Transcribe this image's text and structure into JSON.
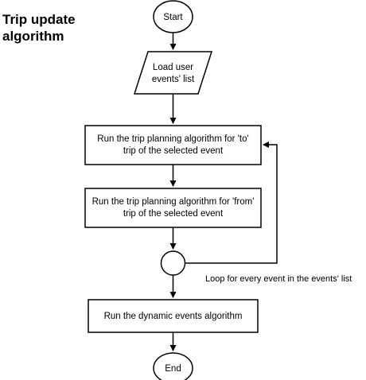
{
  "title": {
    "line1": "Trip update",
    "line2": "algorithm"
  },
  "nodes": {
    "start": {
      "label": "Start"
    },
    "load": {
      "line1": "Load user",
      "line2": "events' list"
    },
    "to_trip": {
      "line1": "Run the trip planning algorithm for 'to'",
      "line2": "trip of the selected event"
    },
    "from_trip": {
      "line1": "Run the trip planning algorithm for 'from'",
      "line2": "trip of the selected event"
    },
    "dynamic": {
      "label": "Run the dynamic events algorithm"
    },
    "end": {
      "label": "End"
    }
  },
  "loop_label": "Loop for every event in the events' list"
}
